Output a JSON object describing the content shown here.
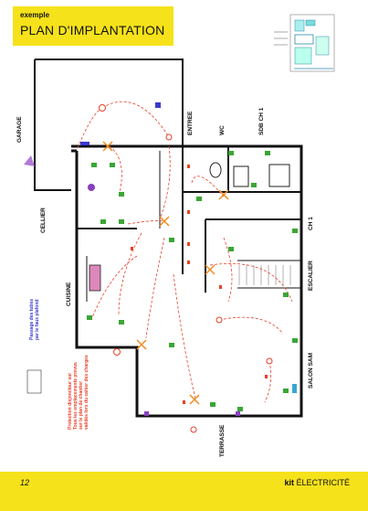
{
  "header": {
    "eyebrow": "exemple",
    "title": "PLAN D'IMPLANTATION"
  },
  "rooms": {
    "garage": "GARAGE",
    "entree": "ENTREE",
    "wc": "WC",
    "sdb": "SDB CH 1",
    "cellier": "CELLIER",
    "ch1": "CH 1",
    "cuisine": "CUISINE",
    "escalier": "ESCALIER",
    "salon": "SALON SAM",
    "terrasse": "TERRASSE"
  },
  "notes": {
    "passage_1": "Passage des tubes",
    "passage_2": "par le faux plafond",
    "warning_1": "Protection disjoncteur sur",
    "warning_2": "Tous les emplacements prévus",
    "warning_3": "sur le plan de chantier",
    "warning_4": "validés lors du cahier des charges"
  },
  "footer": {
    "page_number": "12",
    "kit_bold": "kit",
    "kit_label": "ÉLECTRICITÉ"
  },
  "colors": {
    "accent": "#f6e21a",
    "wiring": "#e8402a",
    "socket": "#3aa635",
    "switch": "#e8402a",
    "fixture": "#f08c1e",
    "outlet_blue": "#3a3ad0",
    "purple": "#8a3fc0"
  },
  "icons": [
    "legend-thumbnail",
    "wall-light-icon",
    "socket-icon",
    "switch-icon",
    "ceiling-light-icon"
  ]
}
